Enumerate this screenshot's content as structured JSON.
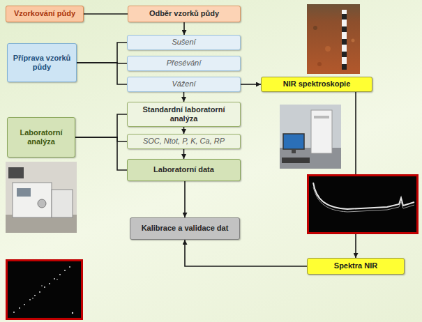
{
  "diagram": {
    "nodes": [
      {
        "text": [
          "Vzorkování půdy"
        ]
      },
      {
        "text": [
          "Odběr vzorků půdy"
        ]
      },
      {
        "text": [
          "Příprava vzorků půdy"
        ]
      },
      {
        "text": [
          "Sušení"
        ]
      },
      {
        "text": [
          "Přesévání"
        ]
      },
      {
        "text": [
          "Vážení"
        ]
      },
      {
        "text": [
          "NIR spektroskopie"
        ]
      },
      {
        "text": [
          "Laboratorní analýza"
        ]
      },
      {
        "text": [
          "Standardní laboratorní analýza"
        ]
      },
      {
        "text": [
          "SOC, Ntot, P, K, Ca, RP"
        ]
      },
      {
        "text": [
          "Laboratorní data"
        ]
      },
      {
        "text": [
          "Kalibrace a validace dat"
        ]
      },
      {
        "text": [
          "Spektra NIR"
        ]
      }
    ],
    "edges": [
      {
        "from": 0,
        "to": 1,
        "arrow": "none"
      },
      {
        "from": 1,
        "to": 3,
        "arrow": "to"
      },
      {
        "from": 2,
        "to": 3,
        "arrow": "none"
      },
      {
        "from": 2,
        "to": 4,
        "arrow": "none"
      },
      {
        "from": 2,
        "to": 5,
        "arrow": "none"
      },
      {
        "from": 5,
        "to": 6,
        "arrow": "to"
      },
      {
        "from": 5,
        "to": 8,
        "arrow": "to"
      },
      {
        "from": 7,
        "to": 8,
        "arrow": "none"
      },
      {
        "from": 7,
        "to": 9,
        "arrow": "none"
      },
      {
        "from": 7,
        "to": 10,
        "arrow": "none"
      },
      {
        "from": 8,
        "to": 9,
        "arrow": "to"
      },
      {
        "from": 9,
        "to": 10,
        "arrow": "to"
      },
      {
        "from": 10,
        "to": 11,
        "arrow": "to"
      },
      {
        "from": 6,
        "to": 12,
        "arrow": "to"
      },
      {
        "from": 12,
        "to": 11,
        "arrow": "to"
      }
    ]
  }
}
